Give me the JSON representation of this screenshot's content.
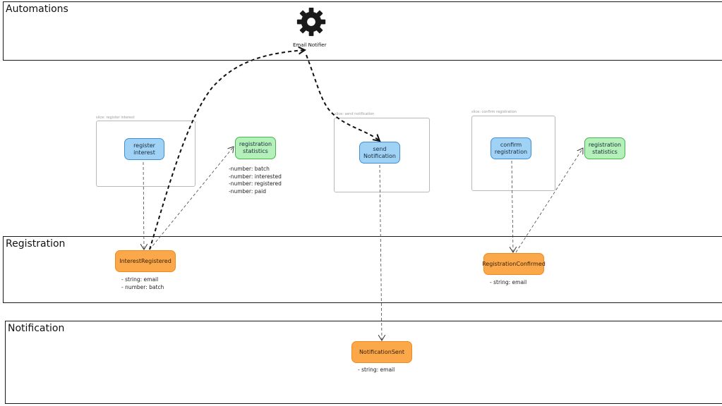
{
  "lanes": {
    "automations": "Automations",
    "registration": "Registration",
    "notification": "Notification"
  },
  "automation": {
    "label": "Email Notifier",
    "icon": "gear-icon"
  },
  "slices": [
    {
      "label": "slice: register interest"
    },
    {
      "label": "slice: send notification"
    },
    {
      "label": "slice: confirm registration"
    }
  ],
  "commands": [
    {
      "label": "register\ninterest"
    },
    {
      "label": "send\nNotification"
    },
    {
      "label": "confirm\nregistration"
    }
  ],
  "views": [
    {
      "label": "registration\nstatistics",
      "fields": [
        "-number: batch",
        "-number: interested",
        "-number: registered",
        "-number: paid"
      ]
    },
    {
      "label": "registration\nstatistics",
      "fields": []
    }
  ],
  "events": [
    {
      "label": "InterestRegistered",
      "fields": [
        "- string: email",
        "- number: batch"
      ]
    },
    {
      "label": "RegistrationConfirmed",
      "fields": [
        "- string: email"
      ]
    },
    {
      "label": "NotificationSent",
      "fields": [
        "- string: email"
      ]
    }
  ],
  "colors": {
    "command": "#9fd2f5",
    "view": "#b4f0b9",
    "event": "#fba84a",
    "lane_border": "#1a1a1a"
  }
}
